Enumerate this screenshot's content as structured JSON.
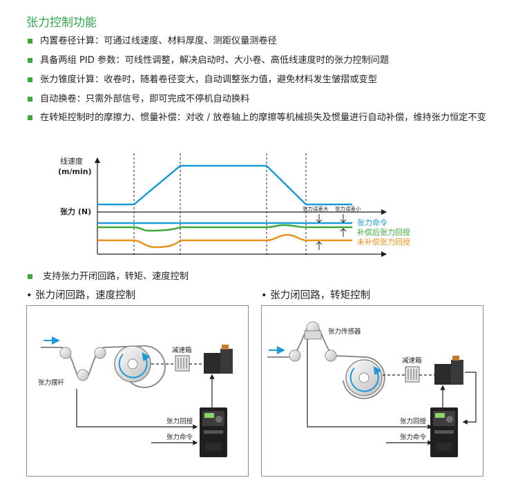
{
  "title": "张力控制功能",
  "features": [
    "内置卷径计算：可通过线速度、材料厚度、测距仪量测卷径",
    "具备两组 PID 参数：可线性调整，解决启动时、大小卷、高低线速度时的张力控制问题",
    "张力锥度计算：收卷时，随着卷径变大，自动调整张力值，避免材料发生皱摺或变型",
    "自动换卷：只需外部信号，即可完成不停机自动换料",
    "在转矩控制时的摩擦力、惯量补偿：对收 / 放卷轴上的摩擦等机械损失及惯量进行自动补偿，维持张力恒定不变"
  ],
  "graph": {
    "speed_label_1": "线速度",
    "speed_label_2": "(m/min)",
    "tension_label": "张力 (N)",
    "err_big": "张力误差大",
    "err_small": "张力误差小",
    "legend": [
      {
        "name": "张力命令",
        "color": "#1a9ad6"
      },
      {
        "name": "补偿后张力回授",
        "color": "#3aa935"
      },
      {
        "name": "未补偿张力回授",
        "color": "#e8921e"
      }
    ]
  },
  "modes_note": "支持张力开闭回路，转矩、速度控制",
  "left": {
    "heading": "• 张力闭回路，速度控制",
    "gearbox": "减速箱",
    "dancer": "张力摆杆",
    "feedback": "张力回授",
    "command": "张力命令"
  },
  "right": {
    "heading": "• 张力闭回路，转矩控制",
    "sensor": "张力传感器",
    "gearbox": "减速箱",
    "feedback": "张力回授",
    "command": "张力命令"
  },
  "colors": {
    "accent_green": "#2fa84f",
    "blue": "#1a9ad6",
    "green": "#3aa935",
    "orange": "#e8921e"
  }
}
